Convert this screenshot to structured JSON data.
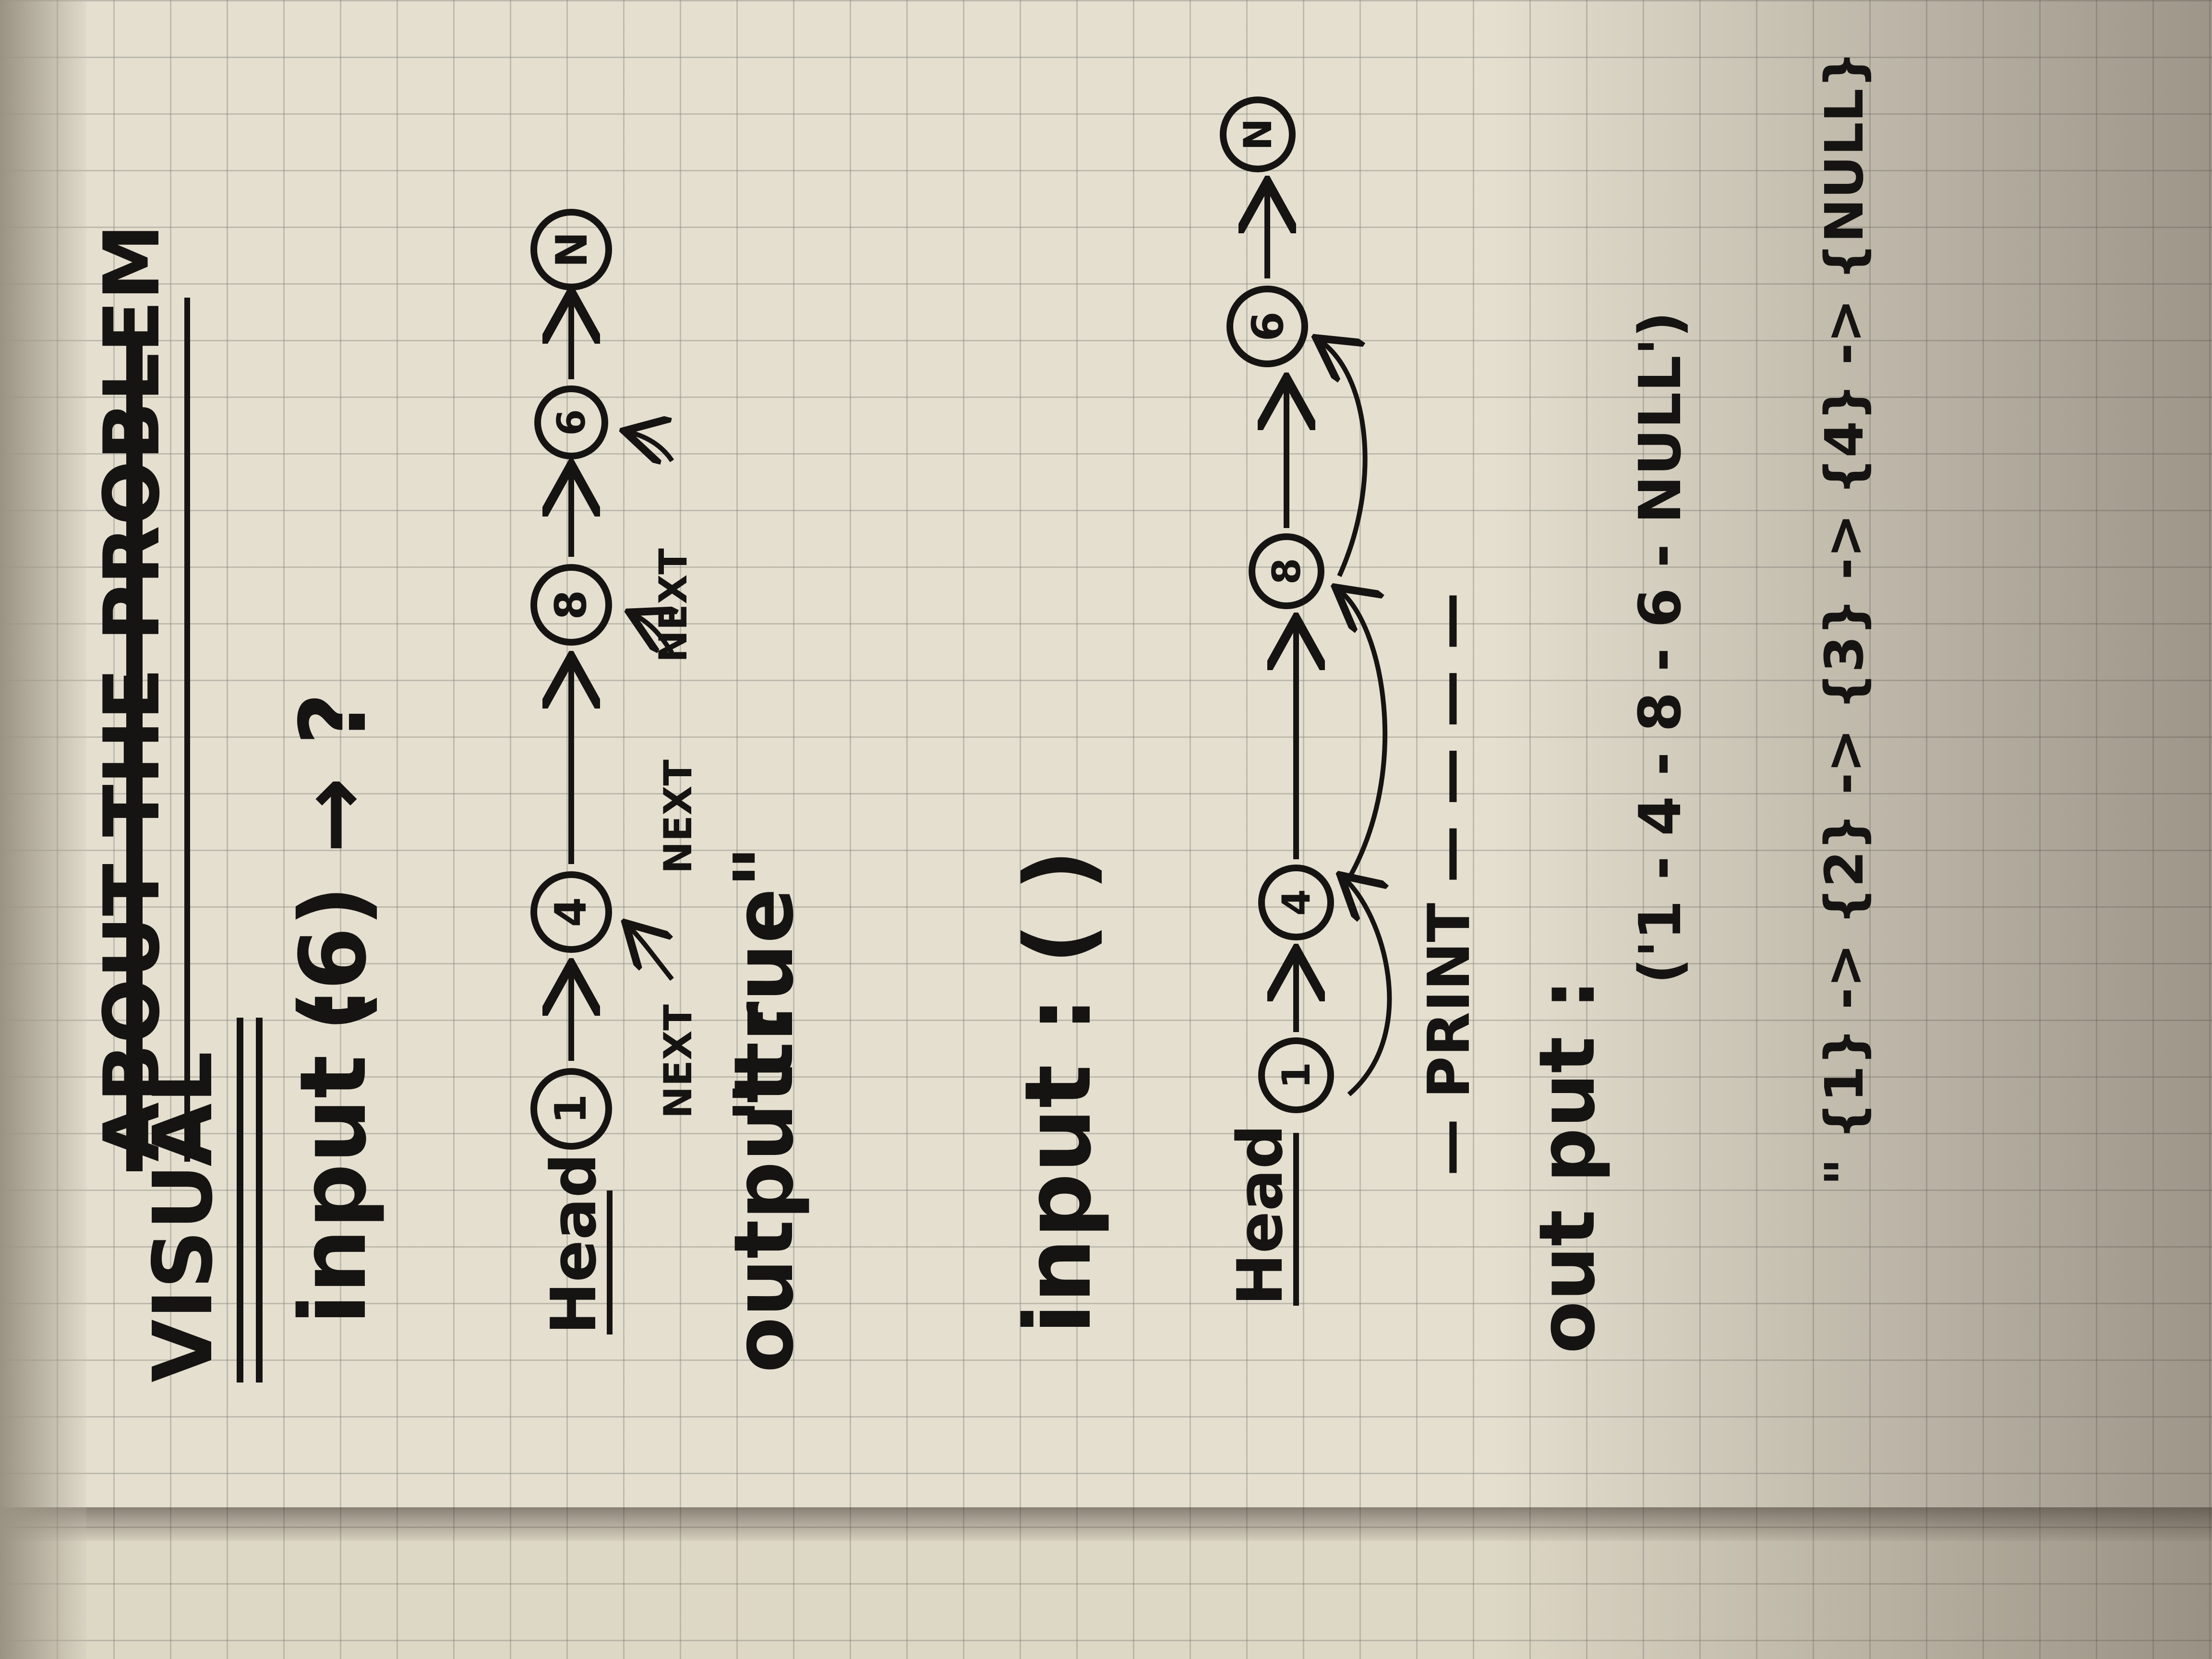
{
  "notebook": {
    "heading": "VISUAL",
    "struck_heading": "ABOUT THE PROBLEM",
    "section1": {
      "input_label": "input :",
      "input_value": "(6) → ?",
      "head_label": "Head",
      "nodes": [
        "1",
        "4",
        "8",
        "6",
        "N"
      ],
      "next_labels": [
        "NEXT",
        "NEXT",
        "NEXT"
      ],
      "output_label": "output :",
      "output_value": "\"true\""
    },
    "section2": {
      "input_label": "input : ( )",
      "head_label": "Head",
      "nodes": [
        "1",
        "4",
        "8",
        "6",
        "N"
      ],
      "print_label": "— PRINT —   —   —   —",
      "output_label": "out put :",
      "output_value": "('1 - 4 - 8 - 6 - NULL')",
      "output_braces": "\" {1} -> {2} -> {3} -> {4} -> {NULL}"
    }
  }
}
